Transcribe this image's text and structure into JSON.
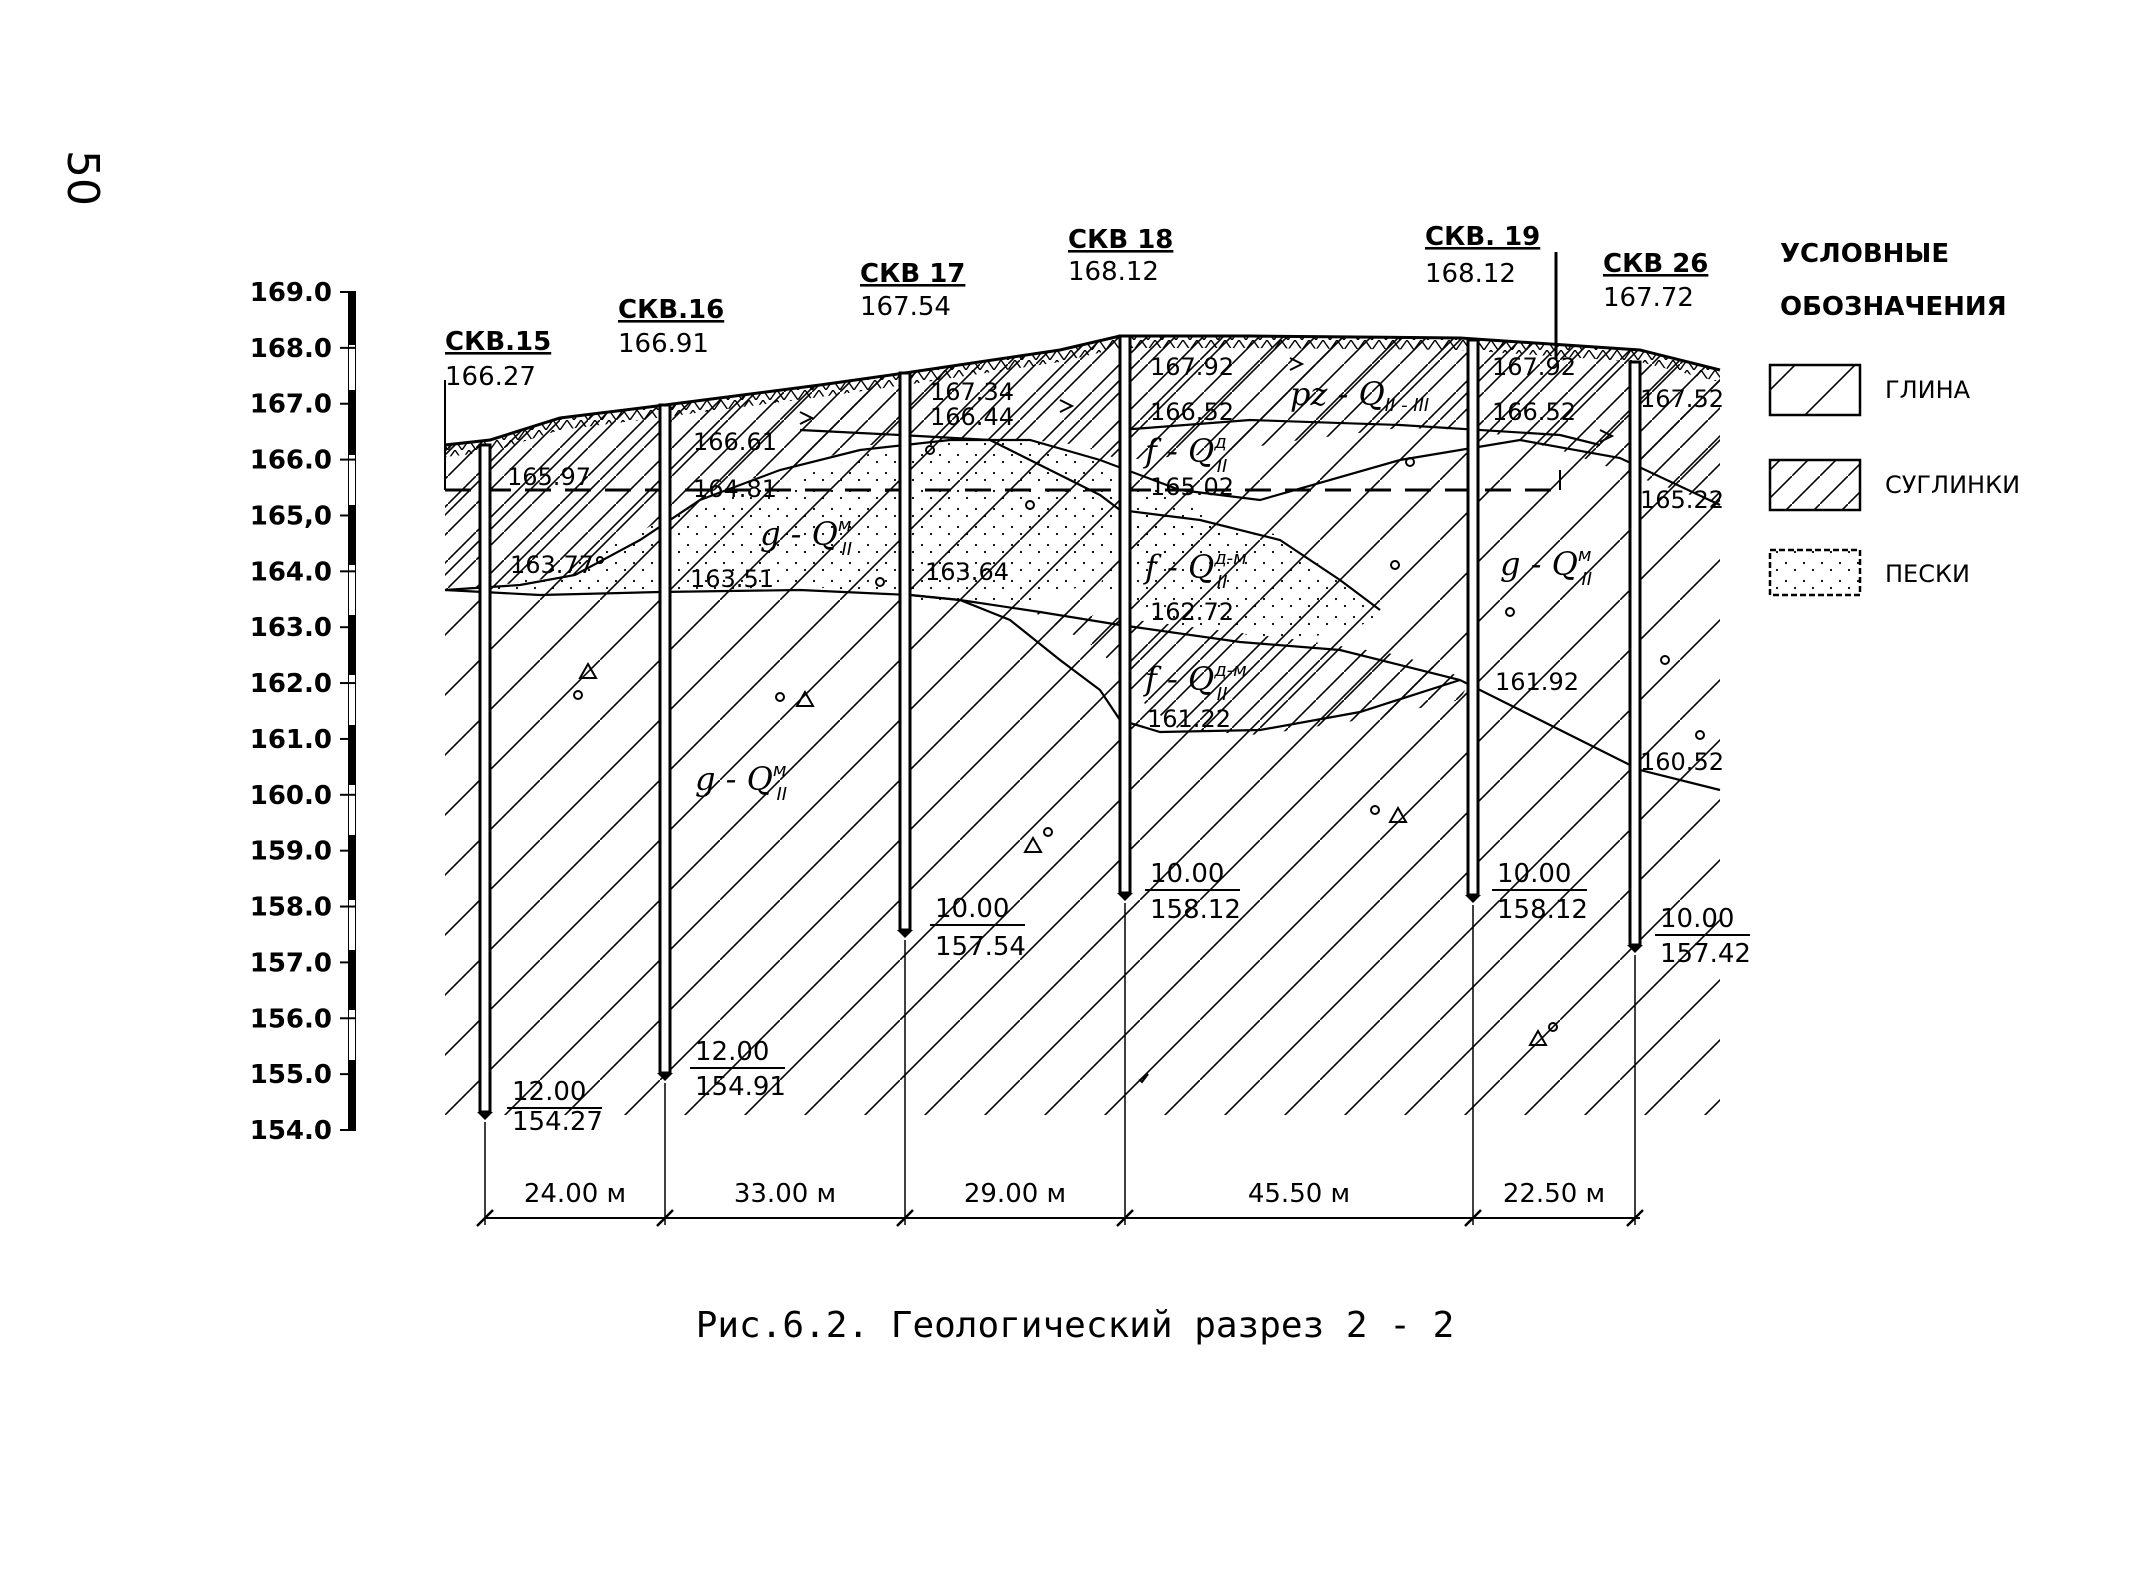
{
  "page_number": "50",
  "caption": "Рис.6.2. Геологический разрез 2 - 2",
  "scale": {
    "min": 154.0,
    "max": 169.0,
    "ticks": [
      "169.0",
      "168.0",
      "167.0",
      "166.0",
      "165,0",
      "164.0",
      "163.0",
      "162.0",
      "161.0",
      "160.0",
      "159.0",
      "158.0",
      "157.0",
      "156.0",
      "155.0",
      "154.0"
    ]
  },
  "legend": {
    "title_line1": "УСЛОВНЫЕ",
    "title_line2": "ОБОЗНАЧЕНИЯ",
    "items": [
      {
        "label": "ГЛИНА",
        "pattern": "sparse-hatch"
      },
      {
        "label": "СУГЛИНКИ",
        "pattern": "dense-hatch"
      },
      {
        "label": "ПЕСКИ",
        "pattern": "dots"
      }
    ]
  },
  "boreholes": [
    {
      "name": "СКВ.15",
      "top": "166.27",
      "depth": "12.00",
      "bottom": "154.27",
      "marks": [
        "165.97",
        "163.77"
      ]
    },
    {
      "name": "СКВ.16",
      "top": "166.91",
      "depth": "12.00",
      "bottom": "154.91",
      "marks": [
        "166.61",
        "164.81",
        "163.51"
      ]
    },
    {
      "name": "СКВ 17",
      "top": "167.54",
      "depth": "10.00",
      "bottom": "157.54",
      "marks": [
        "167.34",
        "166.44",
        "163.64"
      ]
    },
    {
      "name": "СКВ 18",
      "top": "168.12",
      "depth": "10.00",
      "bottom": "158.12",
      "marks": [
        "167.92",
        "166.52",
        "165.02",
        "162.72",
        "161.22"
      ]
    },
    {
      "name": "СКВ. 19",
      "top": "168.12",
      "depth": "10.00",
      "bottom": "158.12",
      "marks": [
        "167.92",
        "166.52",
        "161.92"
      ]
    },
    {
      "name": "СКВ 26",
      "top": "167.72",
      "depth": "10.00",
      "bottom": "157.42",
      "marks": [
        "167.52",
        "165.22",
        "160.52"
      ]
    }
  ],
  "spacings": [
    "24.00 м",
    "33.00 м",
    "29.00 м",
    "45.50 м",
    "22.50 м"
  ],
  "layer_indices": [
    {
      "text": "pz - Q",
      "sub": "II - III",
      "sup": ""
    },
    {
      "text": "f - Q",
      "sub": "II",
      "sup": "д"
    },
    {
      "text": "f - Q",
      "sub": "II",
      "sup": "д-м"
    },
    {
      "text": "f - Q",
      "sub": "II",
      "sup": "д-м"
    },
    {
      "text": "g - Q",
      "sub": "II",
      "sup": "м"
    },
    {
      "text": "g - Q",
      "sub": "II",
      "sup": "м"
    },
    {
      "text": "g - Q",
      "sub": "II",
      "sup": "м"
    }
  ]
}
